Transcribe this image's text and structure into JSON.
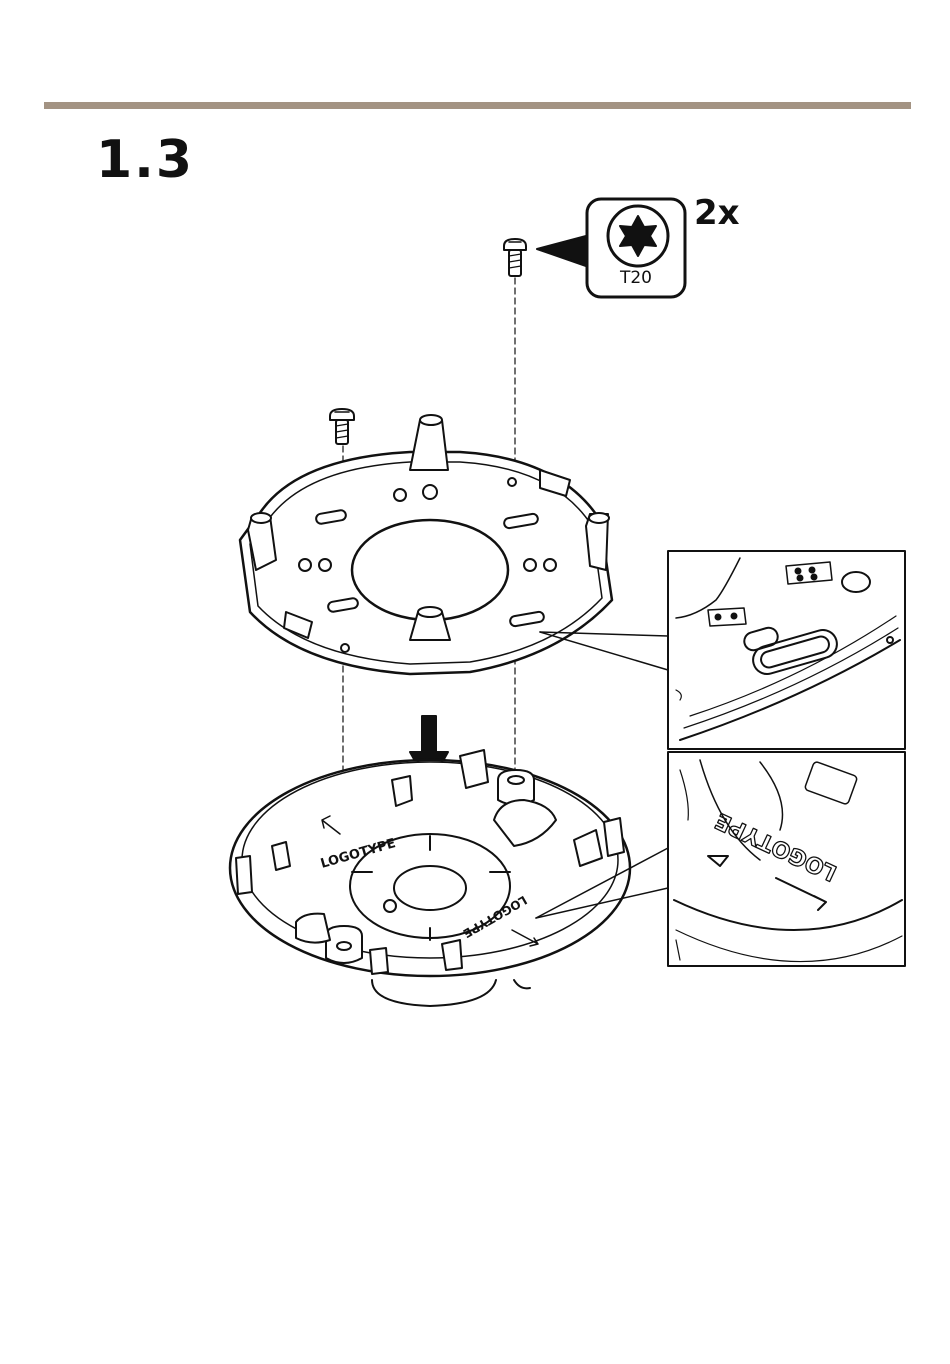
{
  "page": {
    "step_number": "1.3",
    "rule_color": "#a39383"
  },
  "tool_callout": {
    "quantity": "2x",
    "bit_size": "T20",
    "icon": "torx-bit-icon"
  },
  "base_labels": {
    "left": "LOGOTYPE",
    "right": "LOGOTYPE"
  },
  "detail_labels": {
    "bottom": "LOGOTYPE"
  }
}
